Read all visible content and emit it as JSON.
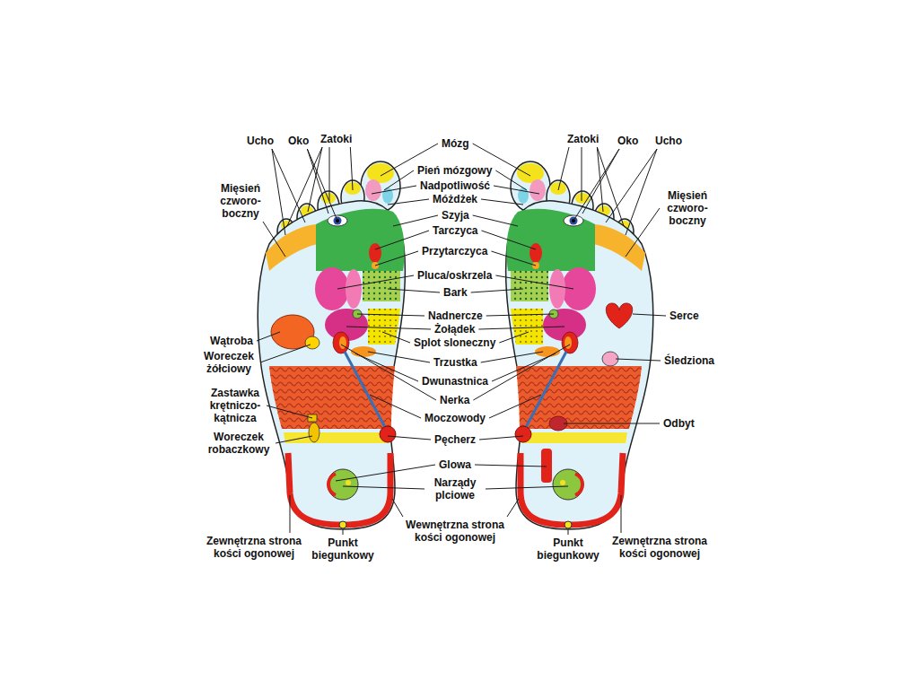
{
  "diagram": {
    "labels": [
      "Ucho",
      "Oko",
      "Zatoki",
      "Mózg",
      "Pień mózgowy",
      "Nadpotliwość",
      "Zatoki",
      "Oko",
      "Ucho",
      "Móżdżek",
      "Mięsień czworo- boczny",
      "Mięsień czworo- boczny",
      "Szyja",
      "Tarczyca",
      "Przytarczyca",
      "Pluca/oskrzela",
      "Bark",
      "Nadnercze",
      "Serce",
      "Żołądek",
      "Wątroba",
      "Splot sloneczny",
      "Woreczek żółciowy",
      "Trzustka",
      "Śledziona",
      "Dwunastnica",
      "Zastawka krętniczo- kątnicza",
      "Nerka",
      "Moczowody",
      "Odbyt",
      "Woreczek robaczkowy",
      "Pęcherz",
      "Glowa",
      "Narządy plciowe",
      "Zewnętrzna strona kości ogonowej",
      "Wewnętrzna strona kości ogonowej",
      "Punkt biegunkowy",
      "Punkt biegunkowy",
      "Zewnętrzna strona kości ogonowej"
    ]
  }
}
